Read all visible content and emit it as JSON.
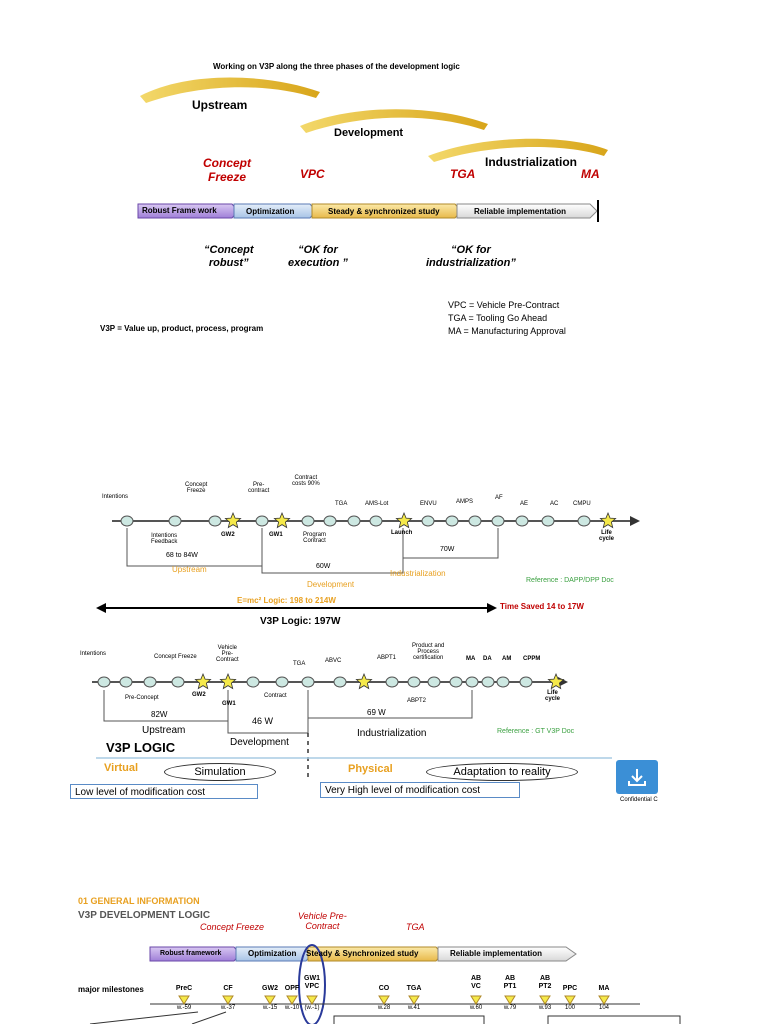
{
  "s1": {
    "title": "Working on V3P along the three phases of the development logic",
    "phases": [
      "Upstream",
      "Development",
      "Industrialization"
    ],
    "milestones": [
      {
        "label": "Concept\nFreeze"
      },
      {
        "label": "VPC"
      },
      {
        "label": "TGA"
      },
      {
        "label": "MA"
      }
    ],
    "bar": [
      "Robust Frame work",
      "Optimization",
      "Steady & synchronized study",
      "Reliable implementation"
    ],
    "quotes": [
      "“Concept\nrobust”",
      "“OK for\nexecution ”",
      "“OK for\nindustrialization”"
    ],
    "legend": [
      "VPC = Vehicle Pre-Contract",
      "TGA = Tooling Go Ahead",
      "MA = Manufacturing Approval"
    ],
    "v3p_def": "V3P = Value up, product, process, program"
  },
  "s2": {
    "top_labels": [
      "Intentions",
      "Concept\nFreeze",
      "Pre-\ncontract",
      "Contract\ncosts 90%",
      "TGA",
      "AMS-Lot",
      "ENVU",
      "AMPS",
      "AF",
      "AE",
      "AC",
      "CMPU"
    ],
    "bottom_labels": [
      "Intentions\nFeedback",
      "GW2",
      "GW1",
      "Program\nContract",
      "Launch",
      "Life\ncycle"
    ],
    "spans": [
      "68 to 84W",
      "60W",
      "70W"
    ],
    "phases": [
      "Upstream",
      "Development",
      "Industrialization"
    ],
    "emc": "E=mc² Logic: 198 to 214W",
    "reference1": "Reference : DAPP/DPP Doc",
    "time_saved": "Time Saved 14 to 17W",
    "v3p_logic": "V3P Logic: 197W",
    "top_labels2": [
      "Intentions",
      "Concept Freeze",
      "Vehicle\nPre-\nContract",
      "TGA",
      "ABVC",
      "ABPT1",
      "Product and\nProcess\ncertification",
      "MA",
      "DA",
      "AM",
      "CPPM"
    ],
    "bottom_labels2": [
      "Pre-Concept",
      "GW2",
      "GW1",
      "Contract",
      "ABPT2",
      "Life\ncycle"
    ],
    "spans2": [
      "82W",
      "46 W",
      "69 W"
    ],
    "phases2": [
      "Upstream",
      "Development",
      "Industrialization"
    ],
    "reference2": "Reference : GT V3P Doc",
    "logic_title": "V3P LOGIC",
    "virtual": "Virtual",
    "simulation": "Simulation",
    "physical": "Physical",
    "adaptation": "Adaptation to reality",
    "low_cost": "Low level of modification cost",
    "high_cost": "Very High level of modification cost",
    "confidential": "Confidential C"
  },
  "s3": {
    "section": "01 GENERAL INFORMATION",
    "title": "V3P DEVELOPMENT LOGIC",
    "concept_freeze": "Concept Freeze",
    "vpc": "Vehicle Pre-\nContract",
    "tga": "TGA",
    "bar": [
      "Robust framework",
      "Optimization",
      "Steady & Synchronized study",
      "Reliable implementation"
    ],
    "row_label": "major milestones",
    "milestones": [
      "PreC",
      "CF",
      "GW2",
      "OPF",
      "GW1\nVPC",
      "CO",
      "TGA",
      "AB\nVC",
      "AB\nPT1",
      "AB\nPT2",
      "PPC",
      "MA"
    ],
    "weeks": [
      "w.-59",
      "w.-37",
      "w.-15",
      "w.-10",
      "(w.-1)",
      "w.28",
      "w.41",
      "w.60",
      "w.79",
      "w.93",
      "100",
      "104"
    ]
  },
  "colors": {
    "gold": "#e8b420",
    "accent_red": "#c00000",
    "purple": "#7a4fbf",
    "timeline_line": "#555555",
    "node": "#cde8e2",
    "star": "#f5e94a",
    "green": "#3aa040",
    "orange": "#e8a020",
    "download": "#3b8fd6"
  }
}
